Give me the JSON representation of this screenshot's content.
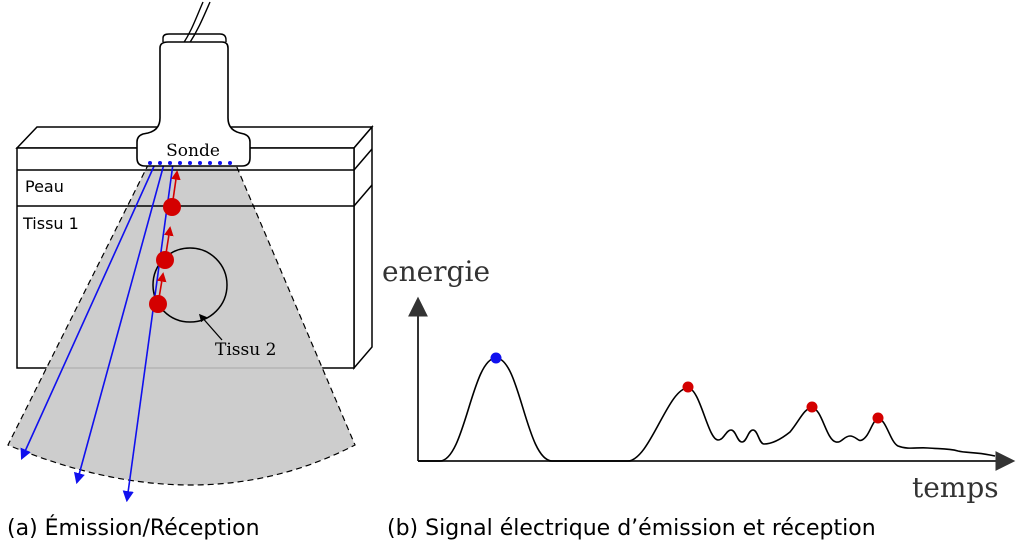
{
  "figure_a": {
    "probe_label": "Sonde",
    "layer_skin_label": "Peau",
    "layer_tissue1_label": "Tissu 1",
    "tissue2_label": "Tissu 2",
    "caption": "(a) Émission/Réception"
  },
  "figure_b": {
    "y_axis_label": "energie",
    "x_axis_label": "temps",
    "caption": "(b) Signal électrique d’émission et réception"
  },
  "colors": {
    "beam_fill": "#c8c8c8",
    "emission_blue": "#1010ee",
    "echo_red": "#d40000",
    "outline": "#000000",
    "axis": "#333333"
  }
}
